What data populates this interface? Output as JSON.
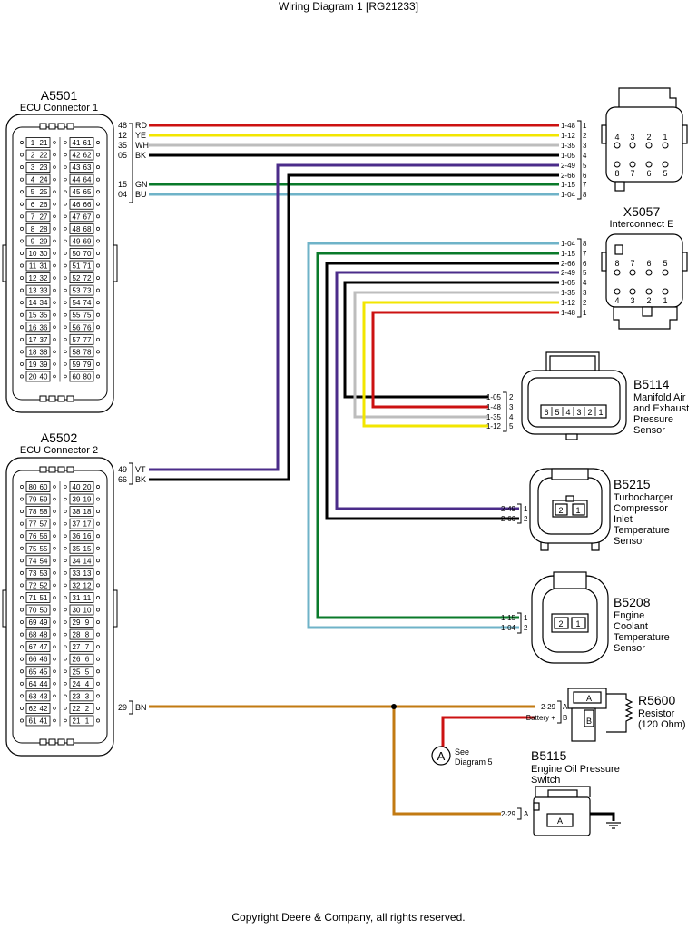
{
  "title": "Wiring Diagram 1 [RG21233]",
  "copyright": "Copyright Deere & Company, all rights reserved.",
  "colors": {
    "RD": "#cc1111",
    "YE": "#f2e600",
    "WH": "#bdbdbd",
    "BK": "#000000",
    "GN": "#0a7a2a",
    "BU": "#6fb3c8",
    "VT": "#4b2c8a",
    "BN": "#c27a12"
  },
  "ecu1": {
    "id": "A5501",
    "name": "ECU Connector 1",
    "pins_left": [
      "1",
      "2",
      "3",
      "4",
      "5",
      "6",
      "7",
      "8",
      "9",
      "10",
      "11",
      "12",
      "13",
      "14",
      "15",
      "16",
      "17",
      "18",
      "19",
      "20"
    ],
    "pins_mid_left": [
      "21",
      "22",
      "23",
      "24",
      "25",
      "26",
      "27",
      "28",
      "29",
      "30",
      "31",
      "32",
      "33",
      "34",
      "35",
      "36",
      "37",
      "38",
      "39",
      "40"
    ],
    "pins_mid_right": [
      "41",
      "42",
      "43",
      "44",
      "45",
      "46",
      "47",
      "48",
      "49",
      "50",
      "51",
      "52",
      "53",
      "54",
      "55",
      "56",
      "57",
      "58",
      "59",
      "60"
    ],
    "pins_right": [
      "61",
      "62",
      "63",
      "64",
      "65",
      "66",
      "67",
      "68",
      "69",
      "70",
      "71",
      "72",
      "73",
      "74",
      "75",
      "76",
      "77",
      "78",
      "79",
      "80"
    ],
    "wires": [
      {
        "pin": "48",
        "color": "RD"
      },
      {
        "pin": "12",
        "color": "YE"
      },
      {
        "pin": "35",
        "color": "WH"
      },
      {
        "pin": "05",
        "color": "BK"
      },
      {
        "pin": "15",
        "color": "GN"
      },
      {
        "pin": "04",
        "color": "BU"
      }
    ]
  },
  "ecu2": {
    "id": "A5502",
    "name": "ECU Connector 2",
    "pins_left": [
      "80",
      "79",
      "78",
      "77",
      "76",
      "75",
      "74",
      "73",
      "72",
      "71",
      "70",
      "69",
      "68",
      "67",
      "66",
      "65",
      "64",
      "63",
      "62",
      "61"
    ],
    "pins_mid_left": [
      "60",
      "59",
      "58",
      "57",
      "56",
      "55",
      "54",
      "53",
      "52",
      "51",
      "50",
      "49",
      "48",
      "47",
      "46",
      "45",
      "44",
      "43",
      "42",
      "41"
    ],
    "pins_mid_right": [
      "40",
      "39",
      "38",
      "37",
      "36",
      "35",
      "34",
      "33",
      "32",
      "31",
      "30",
      "29",
      "28",
      "27",
      "26",
      "25",
      "24",
      "23",
      "22",
      "21"
    ],
    "pins_right": [
      "20",
      "19",
      "18",
      "17",
      "16",
      "15",
      "14",
      "13",
      "12",
      "11",
      "10",
      "9",
      "8",
      "7",
      "6",
      "5",
      "4",
      "3",
      "2",
      "1"
    ],
    "wires": [
      {
        "pin": "49",
        "color": "VT"
      },
      {
        "pin": "66",
        "color": "BK"
      },
      {
        "pin": "29",
        "color": "BN"
      }
    ]
  },
  "x5057": {
    "id": "X5057",
    "name": "Interconnect E",
    "side_a": [
      {
        "circuit": "1-48",
        "pin": "1"
      },
      {
        "circuit": "1-12",
        "pin": "2"
      },
      {
        "circuit": "1-35",
        "pin": "3"
      },
      {
        "circuit": "1-05",
        "pin": "4"
      },
      {
        "circuit": "2-49",
        "pin": "5"
      },
      {
        "circuit": "2-66",
        "pin": "6"
      },
      {
        "circuit": "1-15",
        "pin": "7"
      },
      {
        "circuit": "1-04",
        "pin": "8"
      }
    ],
    "side_b": [
      {
        "circuit": "1-04",
        "pin": "8"
      },
      {
        "circuit": "1-15",
        "pin": "7"
      },
      {
        "circuit": "2-66",
        "pin": "6"
      },
      {
        "circuit": "2-49",
        "pin": "5"
      },
      {
        "circuit": "1-05",
        "pin": "4"
      },
      {
        "circuit": "1-35",
        "pin": "3"
      },
      {
        "circuit": "1-12",
        "pin": "2"
      },
      {
        "circuit": "1-48",
        "pin": "1"
      }
    ],
    "face_top_a": [
      "4",
      "3",
      "2",
      "1"
    ],
    "face_bottom_a": [
      "8",
      "7",
      "6",
      "5"
    ],
    "face_top_b": [
      "8",
      "7",
      "6",
      "5"
    ],
    "face_bottom_b": [
      "4",
      "3",
      "2",
      "1"
    ]
  },
  "b5114": {
    "id": "B5114",
    "name_lines": [
      "Manifold Air",
      "and Exhaust",
      "Pressure",
      "Sensor"
    ],
    "pins": [
      {
        "circuit": "1-05",
        "pin": "2"
      },
      {
        "circuit": "1-48",
        "pin": "3"
      },
      {
        "circuit": "1-35",
        "pin": "4"
      },
      {
        "circuit": "1-12",
        "pin": "5"
      }
    ],
    "face": [
      "6",
      "5",
      "4",
      "3",
      "2",
      "1"
    ]
  },
  "b5215": {
    "id": "B5215",
    "name_lines": [
      "Turbocharger",
      "Compressor",
      "Inlet",
      "Temperature",
      "Sensor"
    ],
    "pins": [
      {
        "circuit": "2-49",
        "pin": "1"
      },
      {
        "circuit": "2-66",
        "pin": "2"
      }
    ],
    "face": [
      "2",
      "1"
    ]
  },
  "b5208": {
    "id": "B5208",
    "name_lines": [
      "Engine",
      "Coolant",
      "Temperature",
      "Sensor"
    ],
    "pins": [
      {
        "circuit": "1-15",
        "pin": "1"
      },
      {
        "circuit": "1-04",
        "pin": "2"
      }
    ],
    "face": [
      "2",
      "1"
    ]
  },
  "r5600": {
    "id": "R5600",
    "name_lines": [
      "Resistor",
      "(120 Ohm)"
    ],
    "pins": [
      {
        "circuit": "2-29",
        "pin": "A"
      },
      {
        "circuit": "Battery +",
        "pin": "B"
      }
    ],
    "face_a": "A",
    "face_b": "B"
  },
  "b5115": {
    "id": "B5115",
    "name_lines": [
      "Engine Oil Pressure",
      "Switch"
    ],
    "pins": [
      {
        "circuit": "2-29",
        "pin": "A"
      }
    ],
    "face": "A"
  },
  "ref_a": {
    "letter": "A",
    "lines": [
      "See",
      "Diagram 5"
    ]
  }
}
